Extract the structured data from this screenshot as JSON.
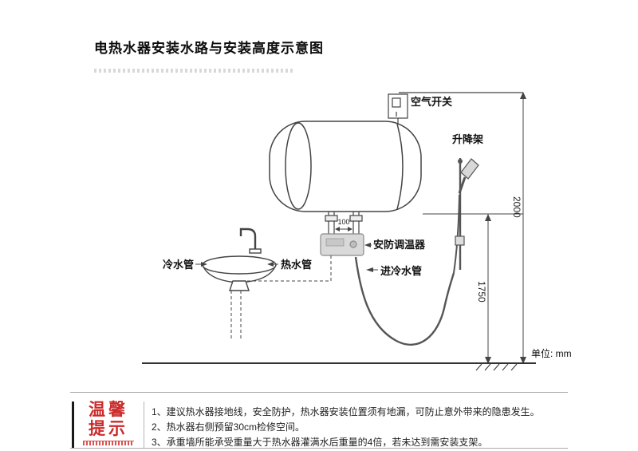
{
  "page": {
    "title": "电热水器安装水路与安装高度示意图"
  },
  "diagram": {
    "air_switch_label": "空气开关",
    "lift_rack_label": "升降架",
    "thermostat_label": "安防调温器",
    "cold_pipe_label": "冷水管",
    "hot_pipe_label": "热水管",
    "cold_inlet_label": "进冷水管",
    "dim_100": "100",
    "dim_2000": "2000",
    "dim_1750": "1750",
    "unit_label": "单位: mm"
  },
  "tips": {
    "stamp": {
      "line1": "温馨",
      "line2": "提示",
      "color": "#cc2a2a"
    },
    "items": [
      "1、建议热水器接地线，安全防护，热水器安装位置须有地漏，可防止意外带来的隐患发生。",
      "2、热水器右侧预留30cm检修空间。",
      "3、承重墙所能承受重量大于热水器灌满水后重量的4倍，若未达到需安装支架。"
    ]
  }
}
